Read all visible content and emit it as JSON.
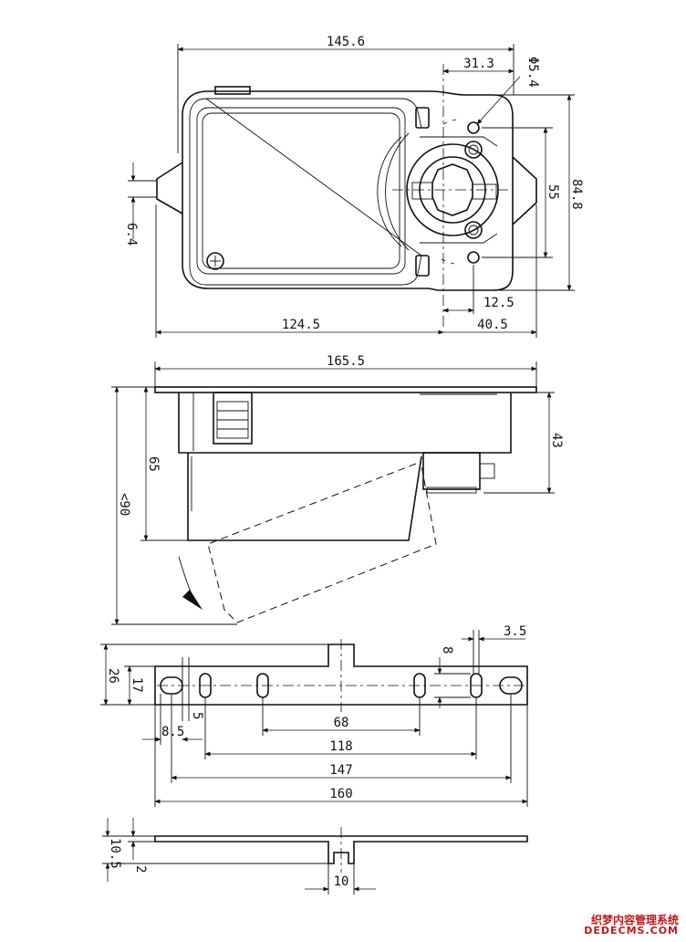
{
  "top_view": {
    "width": "145.6",
    "shaft_offset": "31.3",
    "hole_diameter": "Φ5.4",
    "height_total": "84.8",
    "hole_spacing": "55",
    "tab_height": "6.4",
    "offset_small": "12.5",
    "offset_right": "40.5",
    "left_to_shaft": "124.5"
  },
  "side_view": {
    "overall_length": "165.5",
    "body_depth": "65",
    "swing_depth": "<90",
    "right_height": "43"
  },
  "bracket_view": {
    "gap": "3.5",
    "slot_width": "8",
    "height": "26",
    "hole_row": "17",
    "edge_gap": "5",
    "edge_offset": "8.5",
    "spacing_inner": "68",
    "spacing_mid": "118",
    "spacing_wide": "147",
    "spacing_full": "160"
  },
  "section_view": {
    "height": "10.5",
    "thickness": "2",
    "notch_width": "10"
  },
  "watermark": {
    "chinese": "织梦内容管理系统",
    "english": "DEDECMS.COM"
  }
}
